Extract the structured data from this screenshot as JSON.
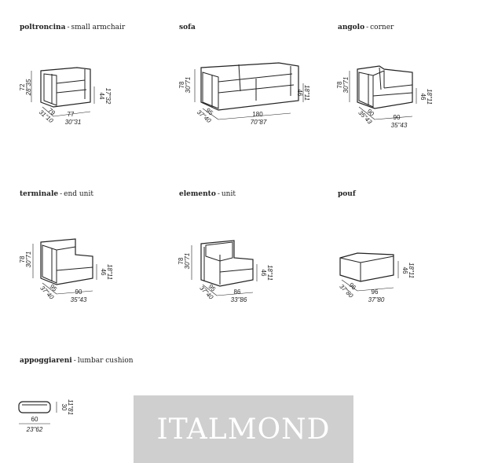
{
  "watermark": "ITALMOND",
  "items": [
    {
      "name": "poltroncina",
      "desc": "small armchair",
      "height_cm": "72",
      "height_in": "28\"35",
      "seat_cm": "44",
      "seat_in": "17\"32",
      "depth_cm": "79",
      "depth_in": "31\"10",
      "width_cm": "77",
      "width_in": "30\"31"
    },
    {
      "name": "sofa",
      "desc": "",
      "height_cm": "78",
      "height_in": "30\"71",
      "seat_cm": "46",
      "seat_in": "18\"11",
      "depth_cm": "95",
      "depth_in": "37\"40",
      "width_cm": "180",
      "width_in": "70\"87"
    },
    {
      "name": "angolo",
      "desc": "corner",
      "height_cm": "78",
      "height_in": "30\"71",
      "seat_cm": "46",
      "seat_in": "18\"11",
      "depth_cm": "90",
      "depth_in": "35\"43",
      "width_cm": "90",
      "width_in": "35\"43"
    },
    {
      "name": "terminale",
      "desc": "end unit",
      "height_cm": "78",
      "height_in": "30\"71",
      "seat_cm": "46",
      "seat_in": "18\"11",
      "depth_cm": "95",
      "depth_in": "37\"40",
      "width_cm": "90",
      "width_in": "35\"43"
    },
    {
      "name": "elemento",
      "desc": "unit",
      "height_cm": "78",
      "height_in": "30\"71",
      "seat_cm": "46",
      "seat_in": "18\"11",
      "depth_cm": "95",
      "depth_in": "37\"40",
      "width_cm": "86",
      "width_in": "33\"86"
    },
    {
      "name": "pouf",
      "desc": "",
      "seat_cm": "46",
      "seat_in": "18\"11",
      "depth_cm": "96",
      "depth_in": "37\"80",
      "width_cm": "96",
      "width_in": "37\"80"
    },
    {
      "name": "appoggiareni",
      "desc": "lumbar cushion",
      "height_cm": "30",
      "height_in": "11\"81",
      "width_cm": "60",
      "width_in": "23\"62"
    }
  ]
}
